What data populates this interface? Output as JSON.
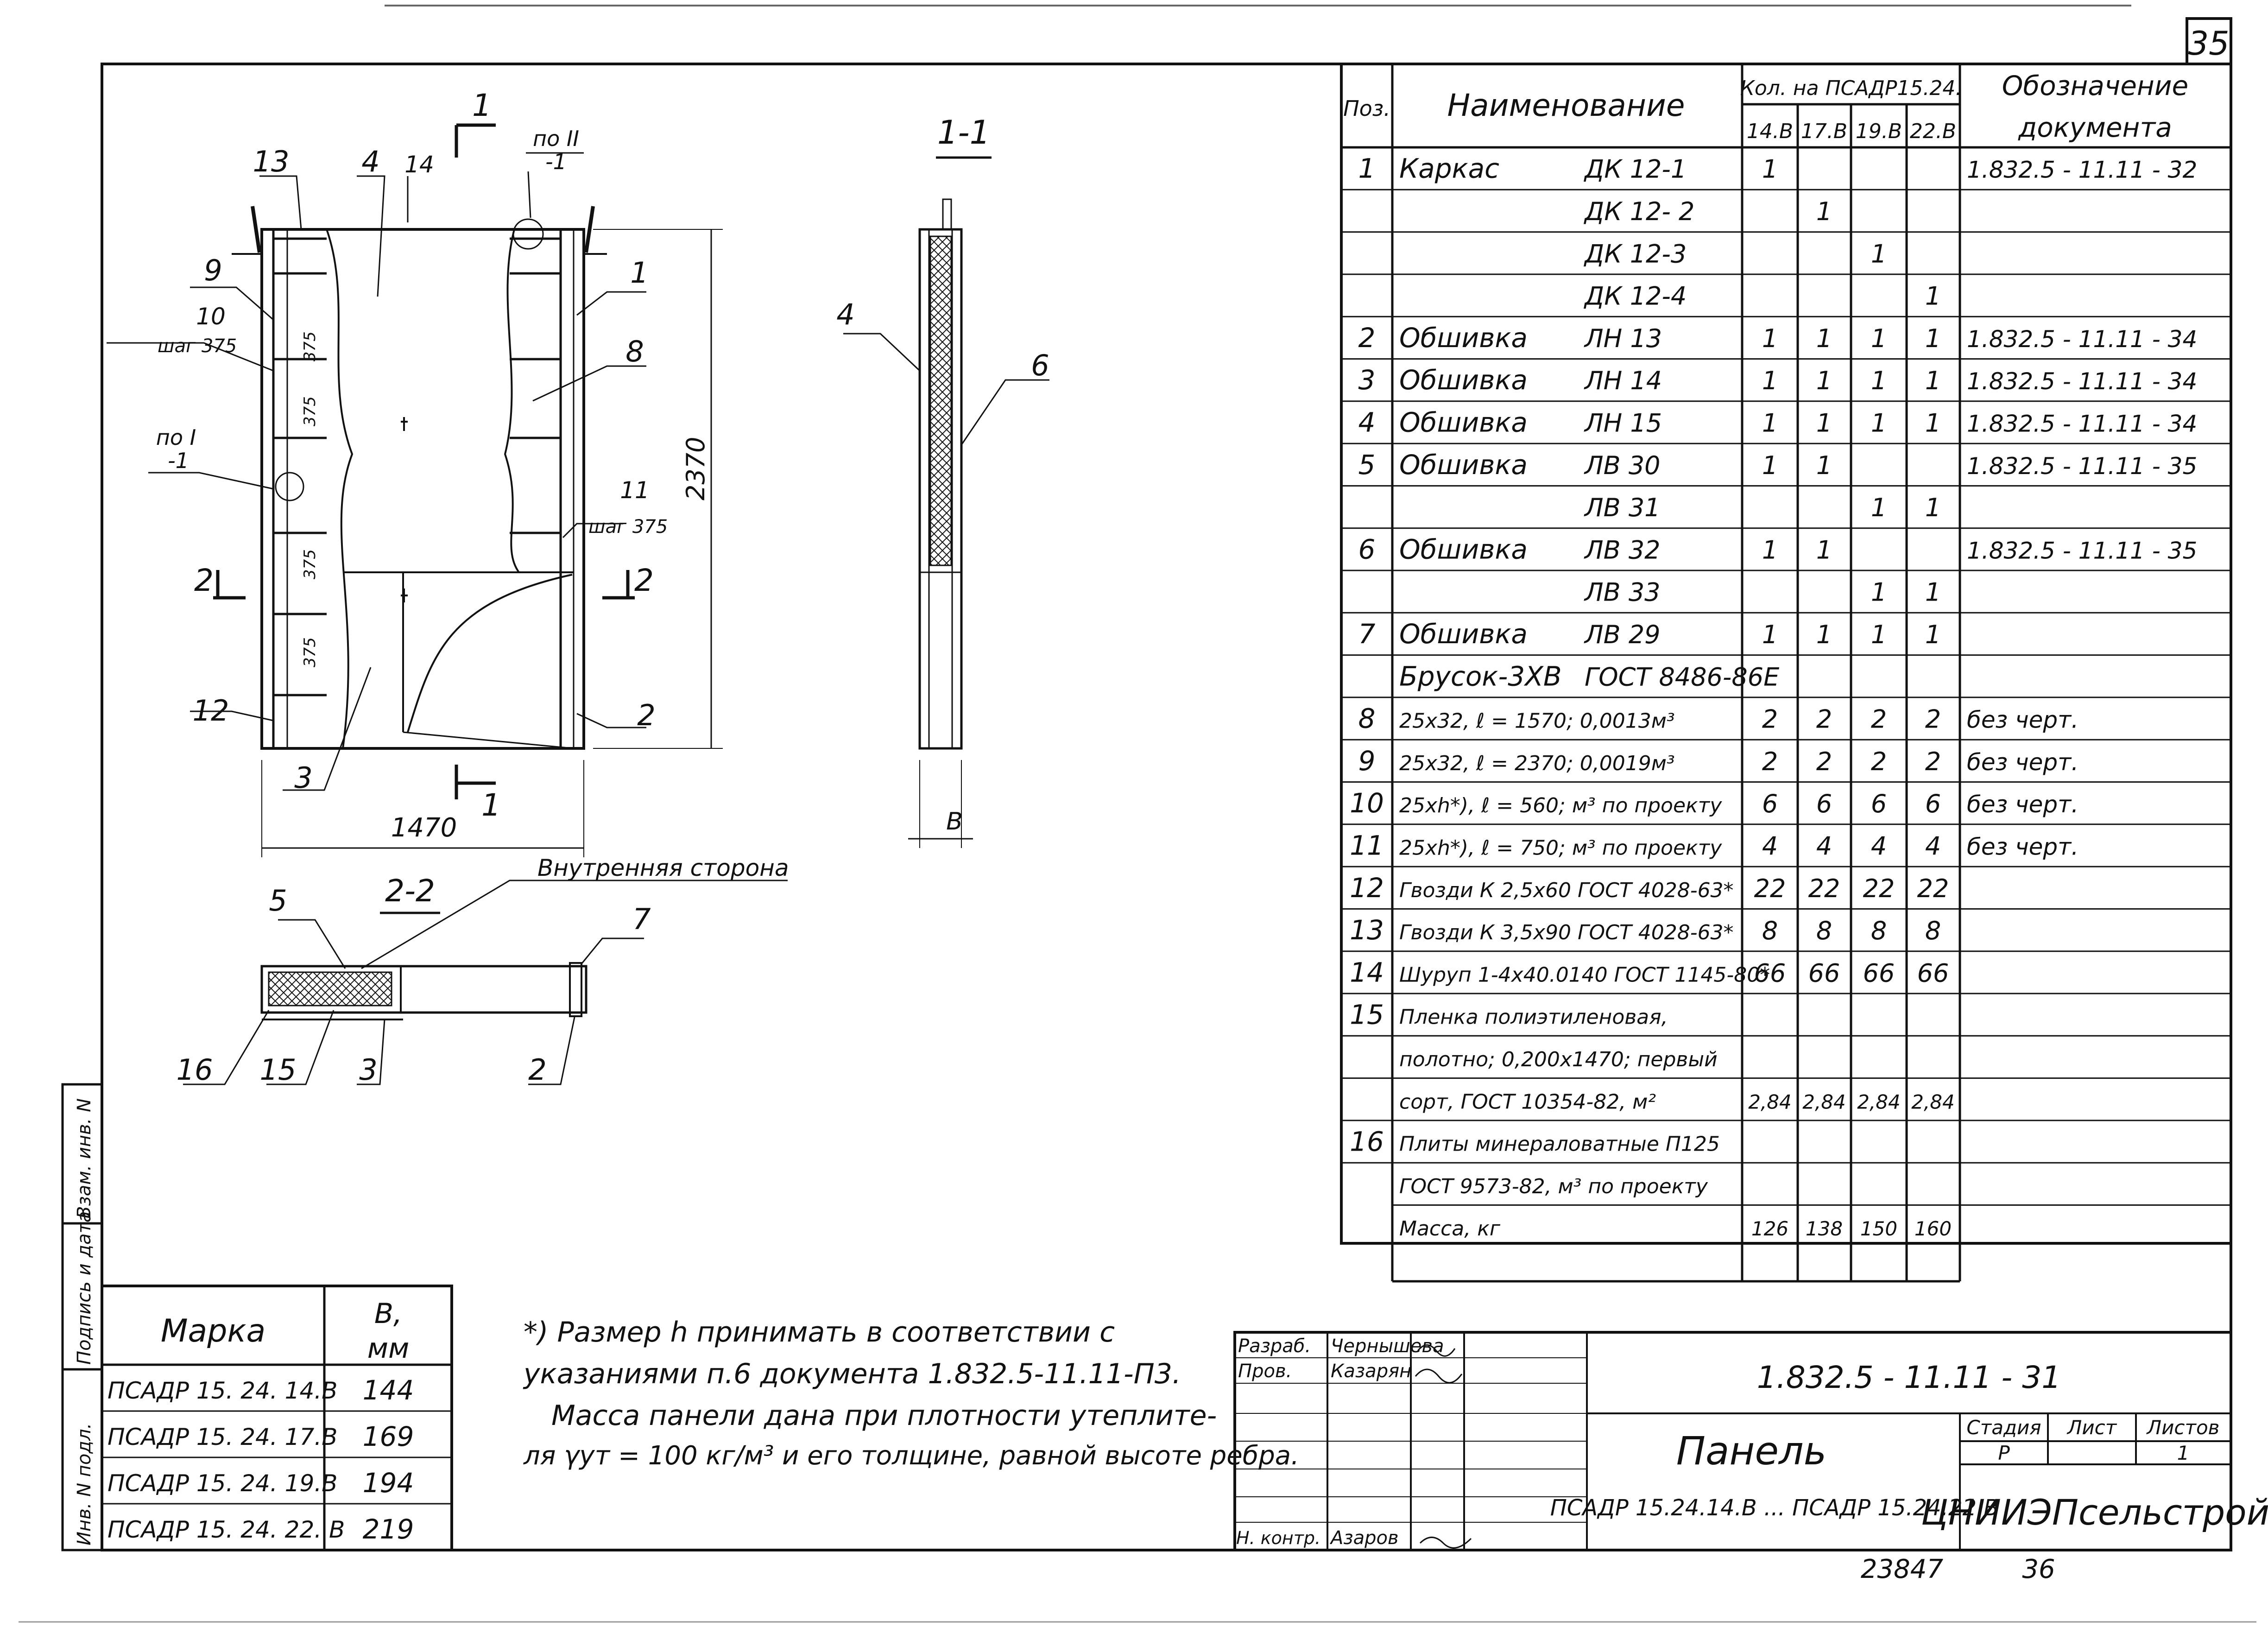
{
  "sheet_number": "35",
  "labels": {
    "pos_13": "13",
    "pos_4": "4",
    "pos_14": "14",
    "pos_1": "1",
    "pos_9": "9",
    "pos_10": "10",
    "pos_8": "8",
    "pos_11": "11",
    "pos_12": "12",
    "pos_3": "3",
    "pos_2": "2",
    "step_375a": "шаг 375",
    "step_375b": "шаг 375",
    "cut_1_top": "1",
    "cut_1_bottom": "1",
    "cut_2_left": "2",
    "cut_2_right": "2",
    "po_II": "по II",
    "po_II_sub": "-1",
    "po_I": "по I",
    "po_I_sub": "-1",
    "dim_375": "375",
    "dim_2370": "2370",
    "dim_1470": "1470"
  },
  "section_1_1": {
    "title": "1-1",
    "pos_4": "4",
    "pos_6": "6",
    "dim_b": "B"
  },
  "section_2_2": {
    "title": "2-2",
    "note": "Внутренняя сторона",
    "pos_5": "5",
    "pos_7": "7",
    "pos_16": "16",
    "pos_15": "15",
    "pos_3": "3",
    "pos_2": "2"
  },
  "spec_table": {
    "headers": {
      "pos": "Поз.",
      "name": "Наименование",
      "qty": "Кол. на ПСАДР15.24.",
      "desig": "Обозначение",
      "desig2": "документа",
      "cols": [
        "14.В",
        "17.В",
        "19.В",
        "22.В"
      ]
    },
    "rows": [
      {
        "pos": "1",
        "name": "Каркас",
        "code": "ДК 12-1",
        "q": [
          "1",
          "",
          "",
          ""
        ],
        "doc": "1.832.5 - 11.11 - 32"
      },
      {
        "pos": "",
        "name": "",
        "code": "ДК 12- 2",
        "q": [
          "",
          "1",
          "",
          ""
        ],
        "doc": ""
      },
      {
        "pos": "",
        "name": "",
        "code": "ДК 12-3",
        "q": [
          "",
          "",
          "1",
          ""
        ],
        "doc": ""
      },
      {
        "pos": "",
        "name": "",
        "code": "ДК 12-4",
        "q": [
          "",
          "",
          "",
          "1"
        ],
        "doc": ""
      },
      {
        "pos": "2",
        "name": "Обшивка",
        "code": "ЛН 13",
        "q": [
          "1",
          "1",
          "1",
          "1"
        ],
        "doc": "1.832.5 - 11.11 - 34"
      },
      {
        "pos": "3",
        "name": "Обшивка",
        "code": "ЛН 14",
        "q": [
          "1",
          "1",
          "1",
          "1"
        ],
        "doc": "1.832.5 - 11.11 - 34"
      },
      {
        "pos": "4",
        "name": "Обшивка",
        "code": "ЛН 15",
        "q": [
          "1",
          "1",
          "1",
          "1"
        ],
        "doc": "1.832.5 - 11.11 - 34"
      },
      {
        "pos": "5",
        "name": "Обшивка",
        "code": "ЛВ 30",
        "q": [
          "1",
          "1",
          "",
          ""
        ],
        "doc": "1.832.5 - 11.11 - 35"
      },
      {
        "pos": "",
        "name": "",
        "code": "ЛВ 31",
        "q": [
          "",
          "",
          "1",
          "1"
        ],
        "doc": ""
      },
      {
        "pos": "6",
        "name": "Обшивка",
        "code": "ЛВ 32",
        "q": [
          "1",
          "1",
          "",
          ""
        ],
        "doc": "1.832.5 - 11.11 - 35"
      },
      {
        "pos": "",
        "name": "",
        "code": "ЛВ 33",
        "q": [
          "",
          "",
          "1",
          "1"
        ],
        "doc": ""
      },
      {
        "pos": "7",
        "name": "Обшивка",
        "code": "ЛВ 29",
        "q": [
          "1",
          "1",
          "1",
          "1"
        ],
        "doc": ""
      },
      {
        "pos": "",
        "name": "Брусок-3ХВ",
        "code": "ГОСТ 8486-86Е",
        "q": [
          "",
          "",
          "",
          ""
        ],
        "doc": ""
      },
      {
        "pos": "8",
        "name": "25х32, ℓ = 1570; 0,0013м³",
        "code": "",
        "q": [
          "2",
          "2",
          "2",
          "2"
        ],
        "doc": "без черт."
      },
      {
        "pos": "9",
        "name": "25х32, ℓ = 2370; 0,0019м³",
        "code": "",
        "q": [
          "2",
          "2",
          "2",
          "2"
        ],
        "doc": "без черт."
      },
      {
        "pos": "10",
        "name": "25хh*), ℓ = 560; м³ по проекту",
        "code": "",
        "q": [
          "6",
          "6",
          "6",
          "6"
        ],
        "doc": "без черт."
      },
      {
        "pos": "11",
        "name": "25хh*), ℓ = 750; м³ по проекту",
        "code": "",
        "q": [
          "4",
          "4",
          "4",
          "4"
        ],
        "doc": "без черт."
      },
      {
        "pos": "12",
        "name": "Гвозди К 2,5х60 ГОСТ 4028-63*",
        "code": "",
        "q": [
          "22",
          "22",
          "22",
          "22"
        ],
        "doc": ""
      },
      {
        "pos": "13",
        "name": "Гвозди К 3,5х90 ГОСТ 4028-63*",
        "code": "",
        "q": [
          "8",
          "8",
          "8",
          "8"
        ],
        "doc": ""
      },
      {
        "pos": "14",
        "name": "Шуруп 1-4х40.0140 ГОСТ 1145-80*",
        "code": "",
        "q": [
          "66",
          "66",
          "66",
          "66"
        ],
        "doc": ""
      },
      {
        "pos": "15",
        "name": "Пленка полиэтиленовая,",
        "code": "",
        "q": [
          "",
          "",
          "",
          ""
        ],
        "doc": ""
      },
      {
        "pos": "",
        "name": "полотно; 0,200х1470; первый",
        "code": "",
        "q": [
          "",
          "",
          "",
          ""
        ],
        "doc": ""
      },
      {
        "pos": "",
        "name": "сорт, ГОСТ 10354-82,   м²",
        "code": "",
        "q": [
          "2,84",
          "2,84",
          "2,84",
          "2,84"
        ],
        "doc": ""
      },
      {
        "pos": "16",
        "name": "Плиты минераловатные П125",
        "code": "",
        "q": [
          "",
          "",
          "",
          ""
        ],
        "doc": ""
      },
      {
        "pos": "",
        "name": "ГОСТ 9573-82, м³ по проекту",
        "code": "",
        "q": [
          "",
          "",
          "",
          ""
        ],
        "doc": ""
      },
      {
        "pos": "",
        "name": "Масса,  кг",
        "code": "",
        "q": [
          "126",
          "138",
          "150",
          "160"
        ],
        "doc": ""
      }
    ]
  },
  "marka_table": {
    "header_marka": "Марка",
    "header_b": "B,",
    "header_b_unit": "мм",
    "rows": [
      {
        "marka": "ПСАДР 15. 24. 14.В",
        "b": "144"
      },
      {
        "marka": "ПСАДР 15. 24. 17.В",
        "b": "169"
      },
      {
        "marka": "ПСАДР 15. 24. 19.В",
        "b": "194"
      },
      {
        "marka": "ПСАДР 15. 24. 22. В",
        "b": "219"
      }
    ]
  },
  "note": {
    "line1": "*) Размер h принимать в соответствии с",
    "line2": "указаниями п.6 документа 1.832.5-11.11-П3.",
    "line3": "Масса панели дана при плотности утеплите-",
    "line4": "ля γут = 100 кг/м³ и его толщине, равной высоте ребра."
  },
  "title_block": {
    "razrab_label": "Разраб.",
    "razrab_name": "Чернышева",
    "prov_label": "Пров.",
    "prov_name": "Казарян",
    "nkontr_label": "Н. контр.",
    "nkontr_name": "Азаров",
    "doc_code": "1.832.5 - 11.11 - 31",
    "title": "Панель",
    "subtitle": "ПСАДР 15.24.14.В ... ПСАДР 15.24.22.В",
    "stage_label": "Стадия",
    "sheet_label": "Лист",
    "sheets_label": "Листов",
    "stage": "Р",
    "sheets": "1",
    "org": "ЦНИИЭПсельстрой"
  },
  "side_stamp": {
    "col1": "Инв. N подл.",
    "col2": "Подпись и дата",
    "col3": "Взам. инв. N"
  },
  "footer": {
    "num1": "23847",
    "num2": "36"
  }
}
